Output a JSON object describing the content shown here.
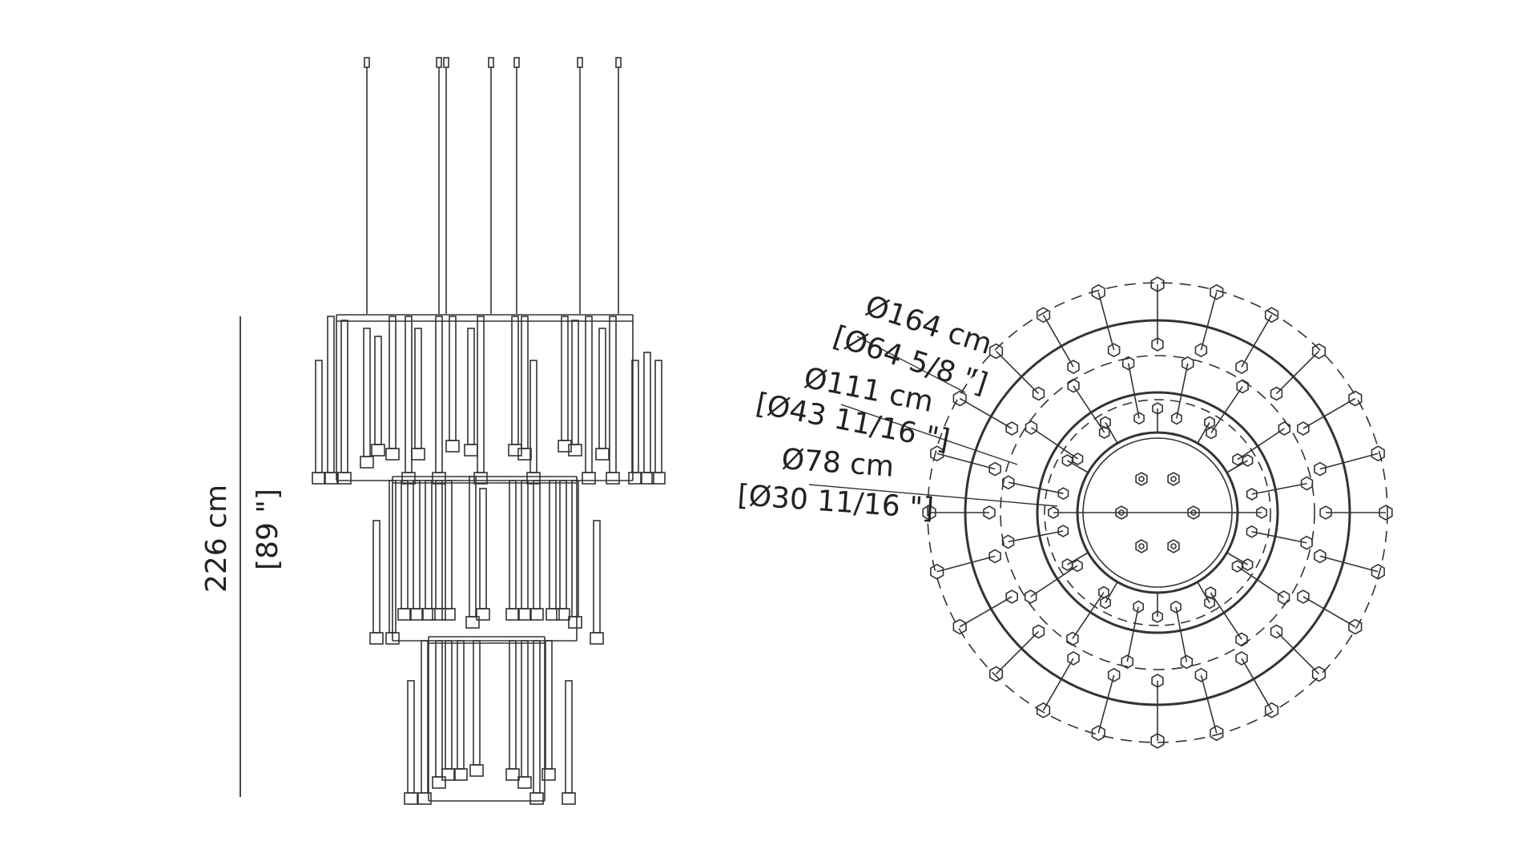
{
  "elevation": {
    "height_cm": "226 cm",
    "height_in": "[89 \"]"
  },
  "plan": {
    "dims": [
      {
        "cm": "Ø164 cm",
        "in": "[Ø64 5/8 \"]"
      },
      {
        "cm": "Ø111 cm",
        "in": "[Ø43 11/16 \"]"
      },
      {
        "cm": "Ø78 cm",
        "in": "[Ø30 11/16 \"]"
      }
    ]
  },
  "colors": {
    "line": "#333333",
    "background": "#ffffff"
  }
}
